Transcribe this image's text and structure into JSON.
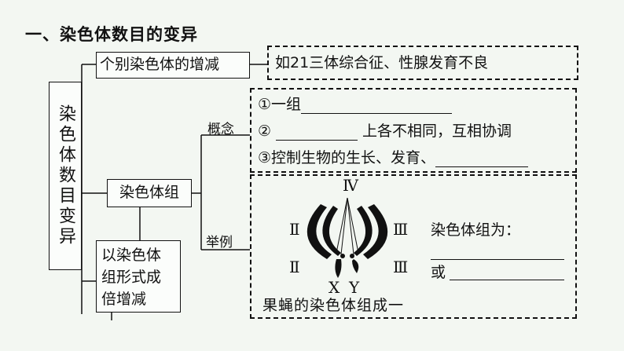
{
  "heading": "一、染色体数目的变异",
  "root_box": "染色体数目变异",
  "branch_individual": "个别染色体的增减",
  "example_individual": "如21三体综合征、性腺发育不良",
  "branch_set": "染色体组",
  "branch_multiple": "以染色体组形式成倍增减",
  "label_concept": "概念",
  "label_example": "举例",
  "concept": {
    "line1_prefix": "①一组",
    "line2_prefix": "②",
    "line2_suffix": "上各不相同，互相协调",
    "line3_prefix": "③控制生物的生长、发育、"
  },
  "example": {
    "roman_IV": "Ⅳ",
    "roman_II_top": "Ⅱ",
    "roman_II_bottom": "Ⅱ",
    "roman_III_top": "Ⅲ",
    "roman_III_bottom": "Ⅲ",
    "x_label": "X",
    "y_label": "Y",
    "set_is_label": "染色体组为：",
    "or_label": "或",
    "caption": "果蝇的染色体组成一"
  }
}
